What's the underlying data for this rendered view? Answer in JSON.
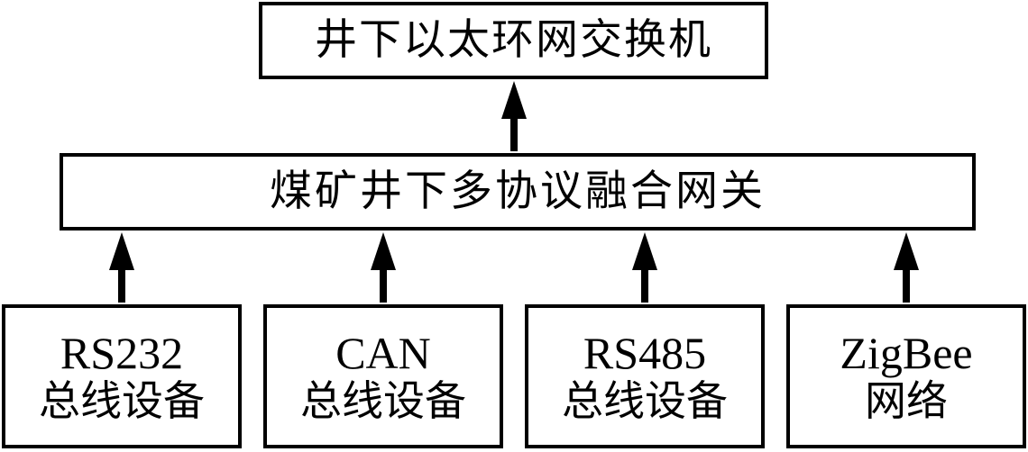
{
  "top_node": {
    "label": "井下以太环网交换机"
  },
  "gateway": {
    "label": "煤矿井下多协议融合网关"
  },
  "devices": [
    {
      "line1": "RS232",
      "line2": "总线设备"
    },
    {
      "line1": "CAN",
      "line2": "总线设备"
    },
    {
      "line1": "RS485",
      "line2": "总线设备"
    },
    {
      "line1": "ZigBee",
      "line2": "网络"
    }
  ],
  "colors": {
    "stroke": "#000000",
    "fill": "#ffffff"
  }
}
